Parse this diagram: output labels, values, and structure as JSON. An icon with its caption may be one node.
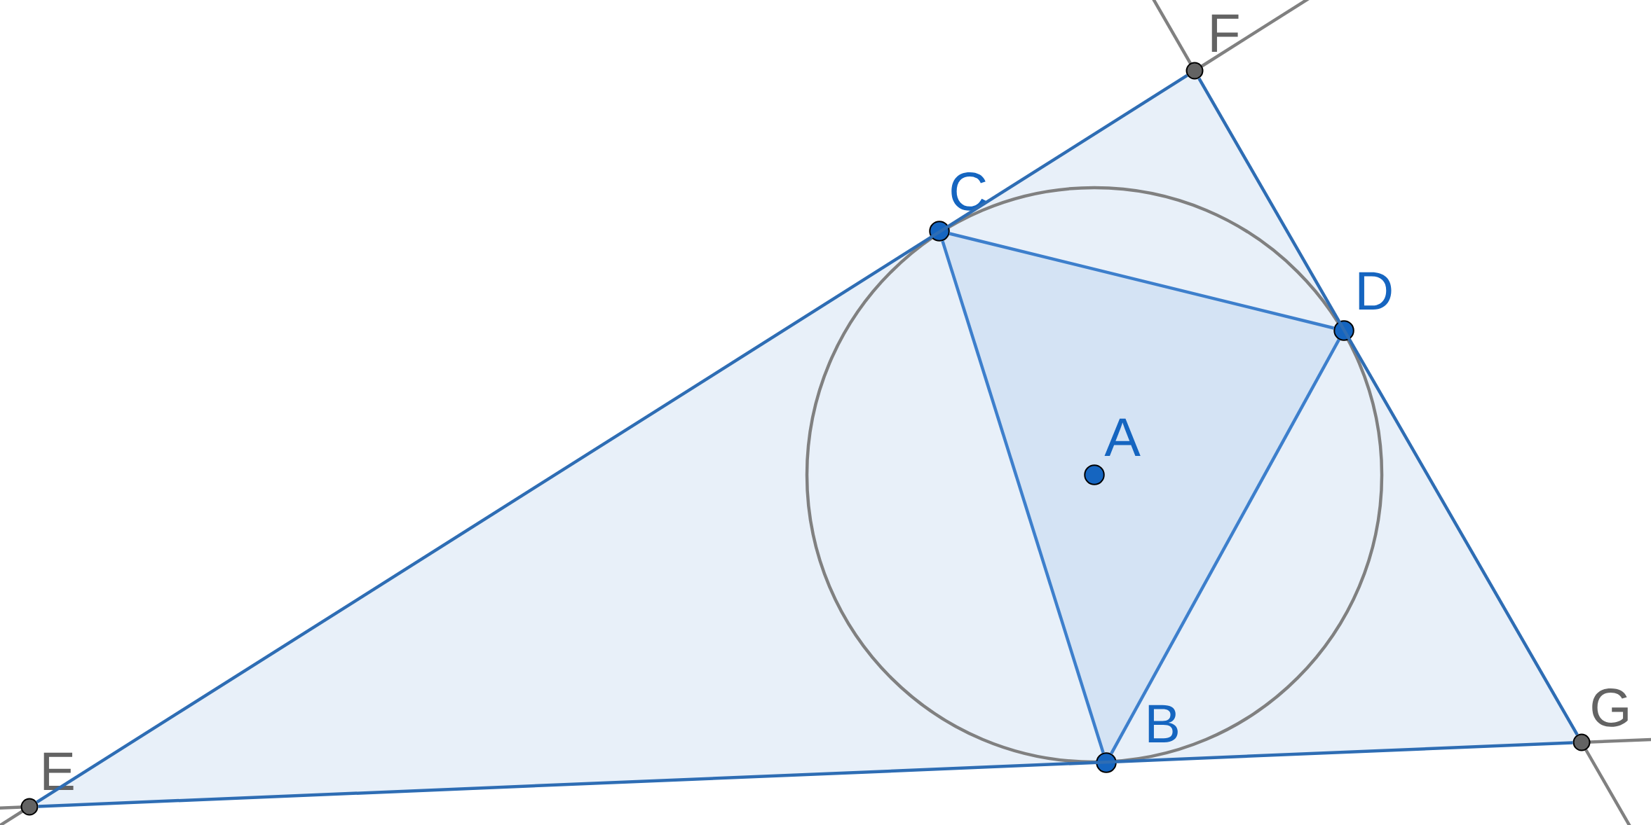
{
  "diagram": {
    "nodes": [
      {
        "text": [
          "A"
        ]
      },
      {
        "text": [
          "B"
        ]
      },
      {
        "text": [
          "C"
        ]
      },
      {
        "text": [
          "D"
        ]
      },
      {
        "text": [
          "E"
        ]
      },
      {
        "text": [
          "F"
        ]
      },
      {
        "text": [
          "G"
        ]
      }
    ],
    "edges": [
      {
        "from": 4,
        "to": 5,
        "arrow": "none"
      },
      {
        "from": 5,
        "to": 6,
        "arrow": "none"
      },
      {
        "from": 6,
        "to": 4,
        "arrow": "none"
      },
      {
        "from": 2,
        "to": 3,
        "arrow": "none",
        "color": "#3d7fcc"
      },
      {
        "from": 3,
        "to": 1,
        "arrow": "none",
        "color": "#3d7fcc"
      },
      {
        "from": 1,
        "to": 2,
        "arrow": "none",
        "color": "#3d7fcc"
      }
    ]
  }
}
